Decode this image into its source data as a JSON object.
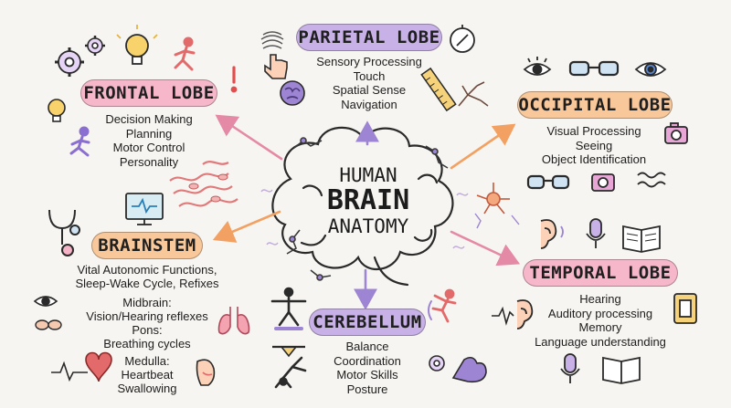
{
  "colors": {
    "pink": "#f7b7cb",
    "purple": "#c8b1e6",
    "orange": "#f9c89a",
    "arrow_pink": "#e58aa6",
    "arrow_purple": "#9d85d3",
    "arrow_orange": "#f2a162"
  },
  "center": {
    "line1": "HUMAN",
    "line2": "BRAIN",
    "line3": "ANATOMY"
  },
  "regions": {
    "frontal": {
      "title": "FRONTAL LOBE",
      "lines": [
        "Decision Making",
        "Planning",
        "Motor Control",
        "Personality"
      ]
    },
    "parietal": {
      "title": "PARIETAL LOBE",
      "lines": [
        "Sensory Processing",
        "Touch",
        "Spatial Sense",
        "Navigation"
      ]
    },
    "occipital": {
      "title": "OCCIPITAL LOBE",
      "lines": [
        "Visual Processing",
        "Seeing",
        "Object Identification"
      ]
    },
    "brainstem": {
      "title": "BRAINSTEM",
      "lines": [
        "Vital Autonomic Functions,",
        "Sleep-Wake Cycle, Refixes",
        "Midbrain:",
        "Vision/Hearing reflexes",
        "Pons:",
        "Breathing cycles",
        "Medulla:",
        "Heartbeat",
        "Swallowing"
      ]
    },
    "temporal": {
      "title": "TEMPORAL LOBE",
      "lines": [
        "Hearing",
        "Auditory processing",
        "Memory",
        "Language understanding"
      ]
    },
    "cerebellum": {
      "title": "CEREBELLUM",
      "lines": [
        "Balance",
        "Coordination",
        "Motor Skills",
        "Posture"
      ]
    }
  },
  "icons": [
    "gear-icon",
    "lightbulb-icon",
    "running-person-icon",
    "exclamation-icon",
    "fingerprint-icon",
    "compass-icon",
    "ruler-icon",
    "neuron-icon",
    "eye-icon",
    "glasses-icon",
    "camera-icon",
    "monitor-icon",
    "stethoscope-icon",
    "lungs-icon",
    "heart-icon",
    "ear-icon",
    "microphone-icon",
    "book-icon",
    "chip-icon",
    "gymnast-icon",
    "muscle-icon"
  ]
}
